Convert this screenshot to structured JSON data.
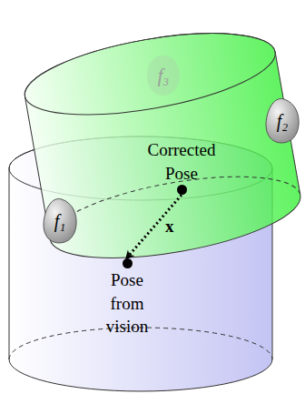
{
  "diagram": {
    "nodes": [
      {
        "text": [
          "f₃"
        ]
      },
      {
        "text": [
          "f₂"
        ]
      },
      {
        "text": [
          "Corrected Pose"
        ]
      },
      {
        "text": [
          "f₁"
        ]
      },
      {
        "text": [
          "Pose from vision"
        ]
      }
    ],
    "edges": [
      {
        "from": 2,
        "to": 4,
        "label": "x",
        "arrow": "to"
      }
    ]
  }
}
